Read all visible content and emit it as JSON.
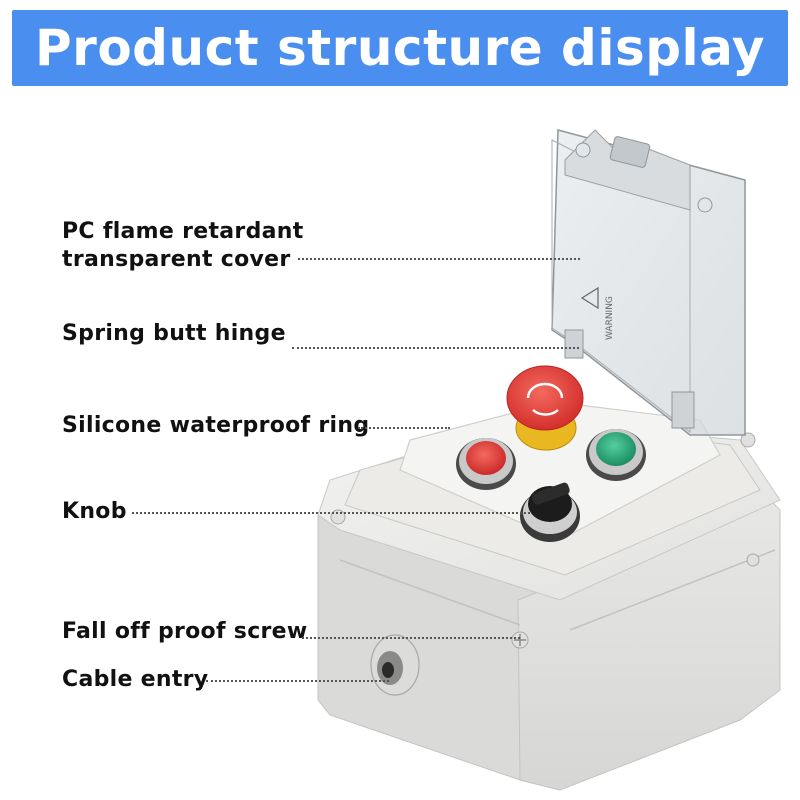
{
  "banner": {
    "title": "Product structure display",
    "color": "#4a8ef0"
  },
  "callouts": [
    {
      "line1": "PC flame retardant",
      "line2": "transparent cover"
    },
    {
      "line1": "Spring butt hinge"
    },
    {
      "line1": "Silicone waterproof ring"
    },
    {
      "line1": "Knob"
    },
    {
      "line1": "Fall off proof screw"
    },
    {
      "line1": "Cable entry"
    }
  ],
  "product": {
    "cover_warning": "WARNING",
    "button_colors": {
      "emergency_stop": "#e33a36",
      "emergency_base": "#e9b820",
      "red_lamp": "#e23c3a",
      "green_lamp": "#27a878",
      "knob": "#1c1c1c"
    }
  }
}
